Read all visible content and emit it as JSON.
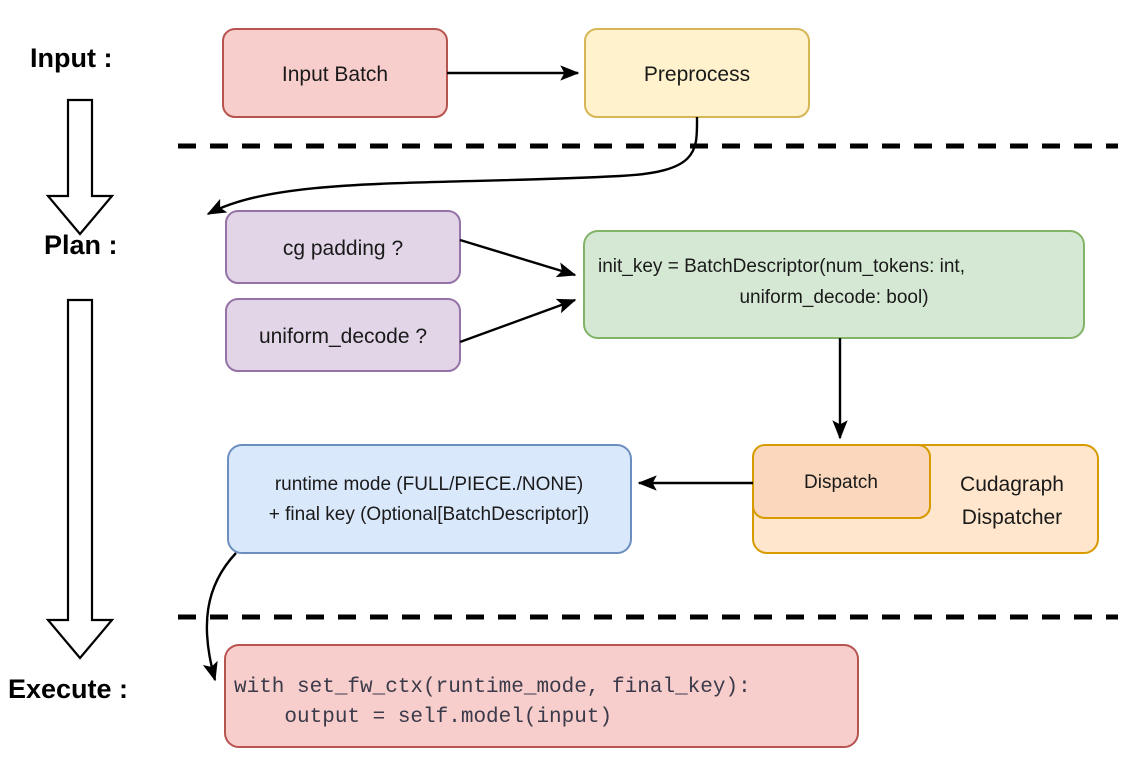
{
  "title": "vLLM cudagraph dispatch pipeline diagram",
  "stages": [
    {
      "id": "input",
      "label": "Input :"
    },
    {
      "id": "plan",
      "label": "Plan :"
    },
    {
      "id": "execute",
      "label": "Execute :"
    }
  ],
  "nodes": {
    "input_batch": {
      "label": "Input Batch"
    },
    "preprocess": {
      "label": "Preprocess"
    },
    "cg_padding": {
      "label": "cg padding ?"
    },
    "uniform_decode": {
      "label": "uniform_decode ?"
    },
    "init_key": {
      "line1": "init_key = BatchDescriptor(num_tokens: int,",
      "line2": "uniform_decode: bool)"
    },
    "dispatch": {
      "label": "Dispatch"
    },
    "cudagraph_dispatcher": {
      "line1": "Cudagraph",
      "line2": "Dispatcher"
    },
    "runtime_mode": {
      "line1": "runtime mode (FULL/PIECE./NONE)",
      "line2": "+ final key (Optional[BatchDescriptor])"
    },
    "execute_code": {
      "line1": "with set_fw_ctx(runtime_mode, final_key):",
      "line2": "    output = self.model(input)"
    }
  },
  "colors": {
    "pink_fill": "#f8cecc",
    "pink_stroke": "#b85450",
    "yellow_fill": "#ffe6cc",
    "yellow_fill_preprocess": "#fff2cc",
    "yellow_stroke": "#d6b656",
    "purple_fill": "#e1d5e7",
    "purple_stroke": "#9673a6",
    "green_fill": "#d5e8d4",
    "green_stroke": "#82b366",
    "orange_outer_fill": "#ffe6cc",
    "orange_inner_fill": "#fad7bd",
    "orange_stroke": "#d79b00",
    "blue_fill": "#dae8fc",
    "blue_stroke": "#6c8ebf",
    "line": "#000000"
  },
  "icons": {
    "down_block_arrow_1": "block-down-arrow",
    "down_block_arrow_2": "block-down-arrow",
    "section_divider": "dashed-horizontal-rule"
  }
}
